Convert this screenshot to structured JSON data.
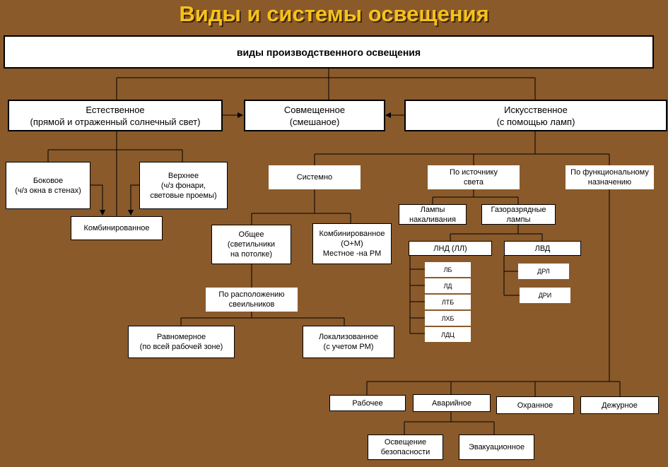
{
  "title": "Виды и системы освещения",
  "nodes": {
    "root": "виды производственного освещения",
    "natural": "Естественное\n(прямой и отраженный солнечный свет)",
    "combined_main": "Совмещенное\n(смешаное)",
    "artificial": "Искусственное\n(с помощью ламп)",
    "side": "Боковое\n(ч/з окна в стенах)",
    "top": "Верхнее\n(ч/з фонари,\nсветовые проемы)",
    "combined_natural": "Комбинированное",
    "system": "Системно",
    "by_source": "По источнику\nсвета",
    "by_function": "По функциональному\nназначению",
    "incandescent": "Лампы\nнакаливания",
    "discharge": "Газоразрядные\nлампы",
    "lnd": "ЛНД (ЛЛ)",
    "lvd": "ЛВД",
    "lb": "ЛБ",
    "ld": "ЛД",
    "ltb": "ЛТБ",
    "lhb": "ЛХБ",
    "ldc": "ЛДЦ",
    "drl": "ДРЛ",
    "dri": "ДРИ",
    "general": "Общее\n(светильники\nна потолке)",
    "combined_om": "Комбинированное\n(О+М)\nМестное -на РМ",
    "by_location": "По расположению\nсвеильников",
    "uniform": "Равномерное\n(по всей рабочей зоне)",
    "localized": "Локализованное\n(с учетом РМ)",
    "working": "Рабочее",
    "emergency": "Аварийное",
    "security": "Охранное",
    "duty": "Дежурное",
    "safety": "Освещение\nбезопасности",
    "evacuation": "Эвакуационное"
  }
}
